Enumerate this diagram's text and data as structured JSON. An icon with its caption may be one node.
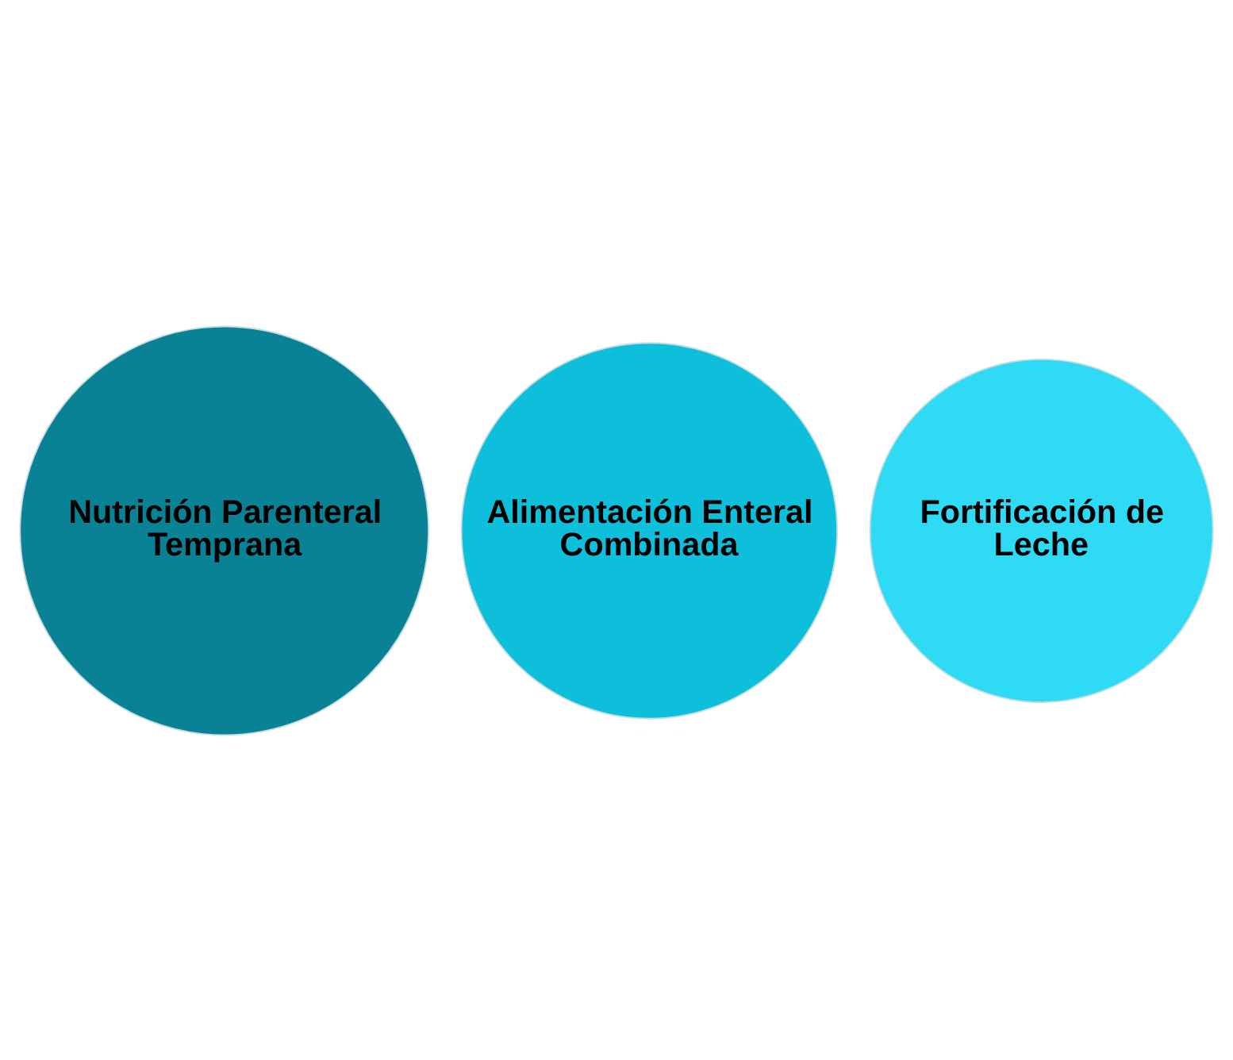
{
  "diagram": {
    "nodes": [
      {
        "text": [
          "Nutrición Parenteral Temprana"
        ]
      },
      {
        "text": [
          "Alimentación Enteral Combinada"
        ]
      },
      {
        "text": [
          "Fortificación de Leche"
        ]
      }
    ]
  }
}
